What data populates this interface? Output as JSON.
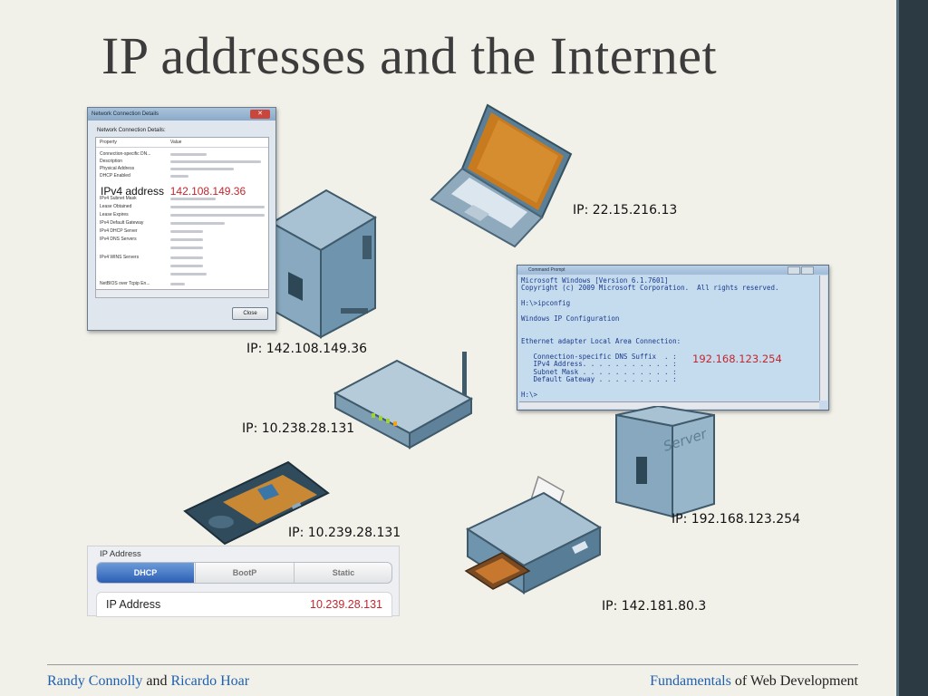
{
  "title": "IP addresses and the Internet",
  "devices": {
    "laptop_ip": "IP:  22.15.216.13",
    "desktop_ip": "IP:  142.108.149.36",
    "router_ip": "IP:  10.238.28.131",
    "phone_ip": "IP:  10.239.28.131",
    "server_ip": "IP:  192.168.123.254",
    "printer_ip": "IP:  142.181.80.3",
    "server_label": "Server"
  },
  "network_details": {
    "window_title": "Network Connection Details",
    "subtitle": "Network Connection Details:",
    "col_property": "Property",
    "col_value": "Value",
    "rows": [
      "Connection-specific DN...",
      "Description",
      "Physical Address",
      "DHCP Enabled"
    ],
    "rows_after": [
      "IPv4 Subnet Mask",
      "Lease Obtained",
      "Lease Expires",
      "IPv4 Default Gateway",
      "IPv4 DHCP Server",
      "IPv4 DNS Servers",
      "",
      "IPv4 WINS Servers",
      "",
      "",
      "NetBIOS over Tcpip En..."
    ],
    "ipv4_label": "IPv4 address",
    "ipv4_value": "142.108.149.36",
    "close_label": "Close"
  },
  "command_prompt": {
    "window_title": "Command Prompt",
    "lines": "Microsoft Windows [Version 6.1.7601]\nCopyright (c) 2009 Microsoft Corporation.  All rights reserved.\n\nH:\\>ipconfig\n\nWindows IP Configuration\n\n\nEthernet adapter Local Area Connection:\n\n   Connection-specific DNS Suffix  . :\n   IPv4 Address. . . . . . . . . . . :\n   Subnet Mask . . . . . . . . . . . :\n   Default Gateway . . . . . . . . . :\n\nH:\\>",
    "ipv4_value": "192.168.123.254"
  },
  "ip_settings": {
    "section_label": "IP Address",
    "tabs": [
      "DHCP",
      "BootP",
      "Static"
    ],
    "field_label": "IP Address",
    "field_value": "10.239.28.131"
  },
  "footer": {
    "author1": "Randy Connolly",
    "and": " and ",
    "author2": "Ricardo Hoar",
    "book_word1": "Fundamentals",
    "book_rest": " of Web Development"
  },
  "colors": {
    "accent_red": "#c2272d",
    "accent_blue": "#1f5fb0",
    "sidebar": "#2c3a44"
  }
}
